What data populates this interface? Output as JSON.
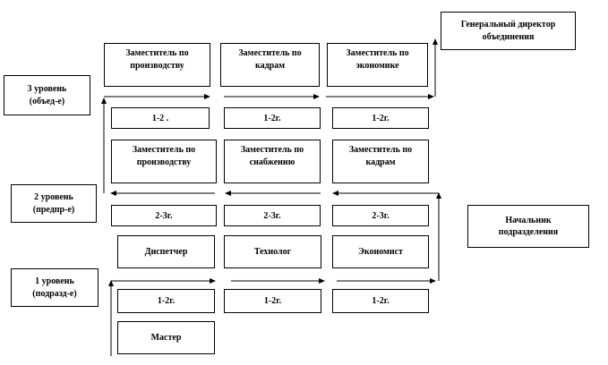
{
  "top_right": {
    "text": "Генеральный директор\nобъединения"
  },
  "side_right": {
    "text": "Начальник\nподразделения"
  },
  "levels": [
    {
      "text": "3 уровень\n(объед-е)"
    },
    {
      "text": "2 уровень\n(предпр-е)"
    },
    {
      "text": "1 уровень\n(подразд-е)"
    }
  ],
  "row3": {
    "boxes": [
      {
        "text": "Заместитель по\nпроизводству"
      },
      {
        "text": "Заместитель по\nкадрам"
      },
      {
        "text": "Заместитель по\nэкономике"
      }
    ],
    "durations": [
      "1-2 .",
      "1-2г.",
      "1-2г."
    ]
  },
  "row2": {
    "boxes": [
      {
        "text": "Заместитель по\nпроизводству"
      },
      {
        "text": "Заместитель по\nснабжению"
      },
      {
        "text": "Заместитель по\nкадрам"
      }
    ],
    "durations": [
      "2-3г.",
      "2-3г.",
      "2-3г."
    ]
  },
  "row1": {
    "boxes": [
      {
        "text": "Диспетчер"
      },
      {
        "text": "Технолог"
      },
      {
        "text": "Экономист"
      }
    ],
    "durations": [
      "1-2г.",
      "1-2г.",
      "1-2г."
    ]
  },
  "master": {
    "text": "Мастер"
  }
}
